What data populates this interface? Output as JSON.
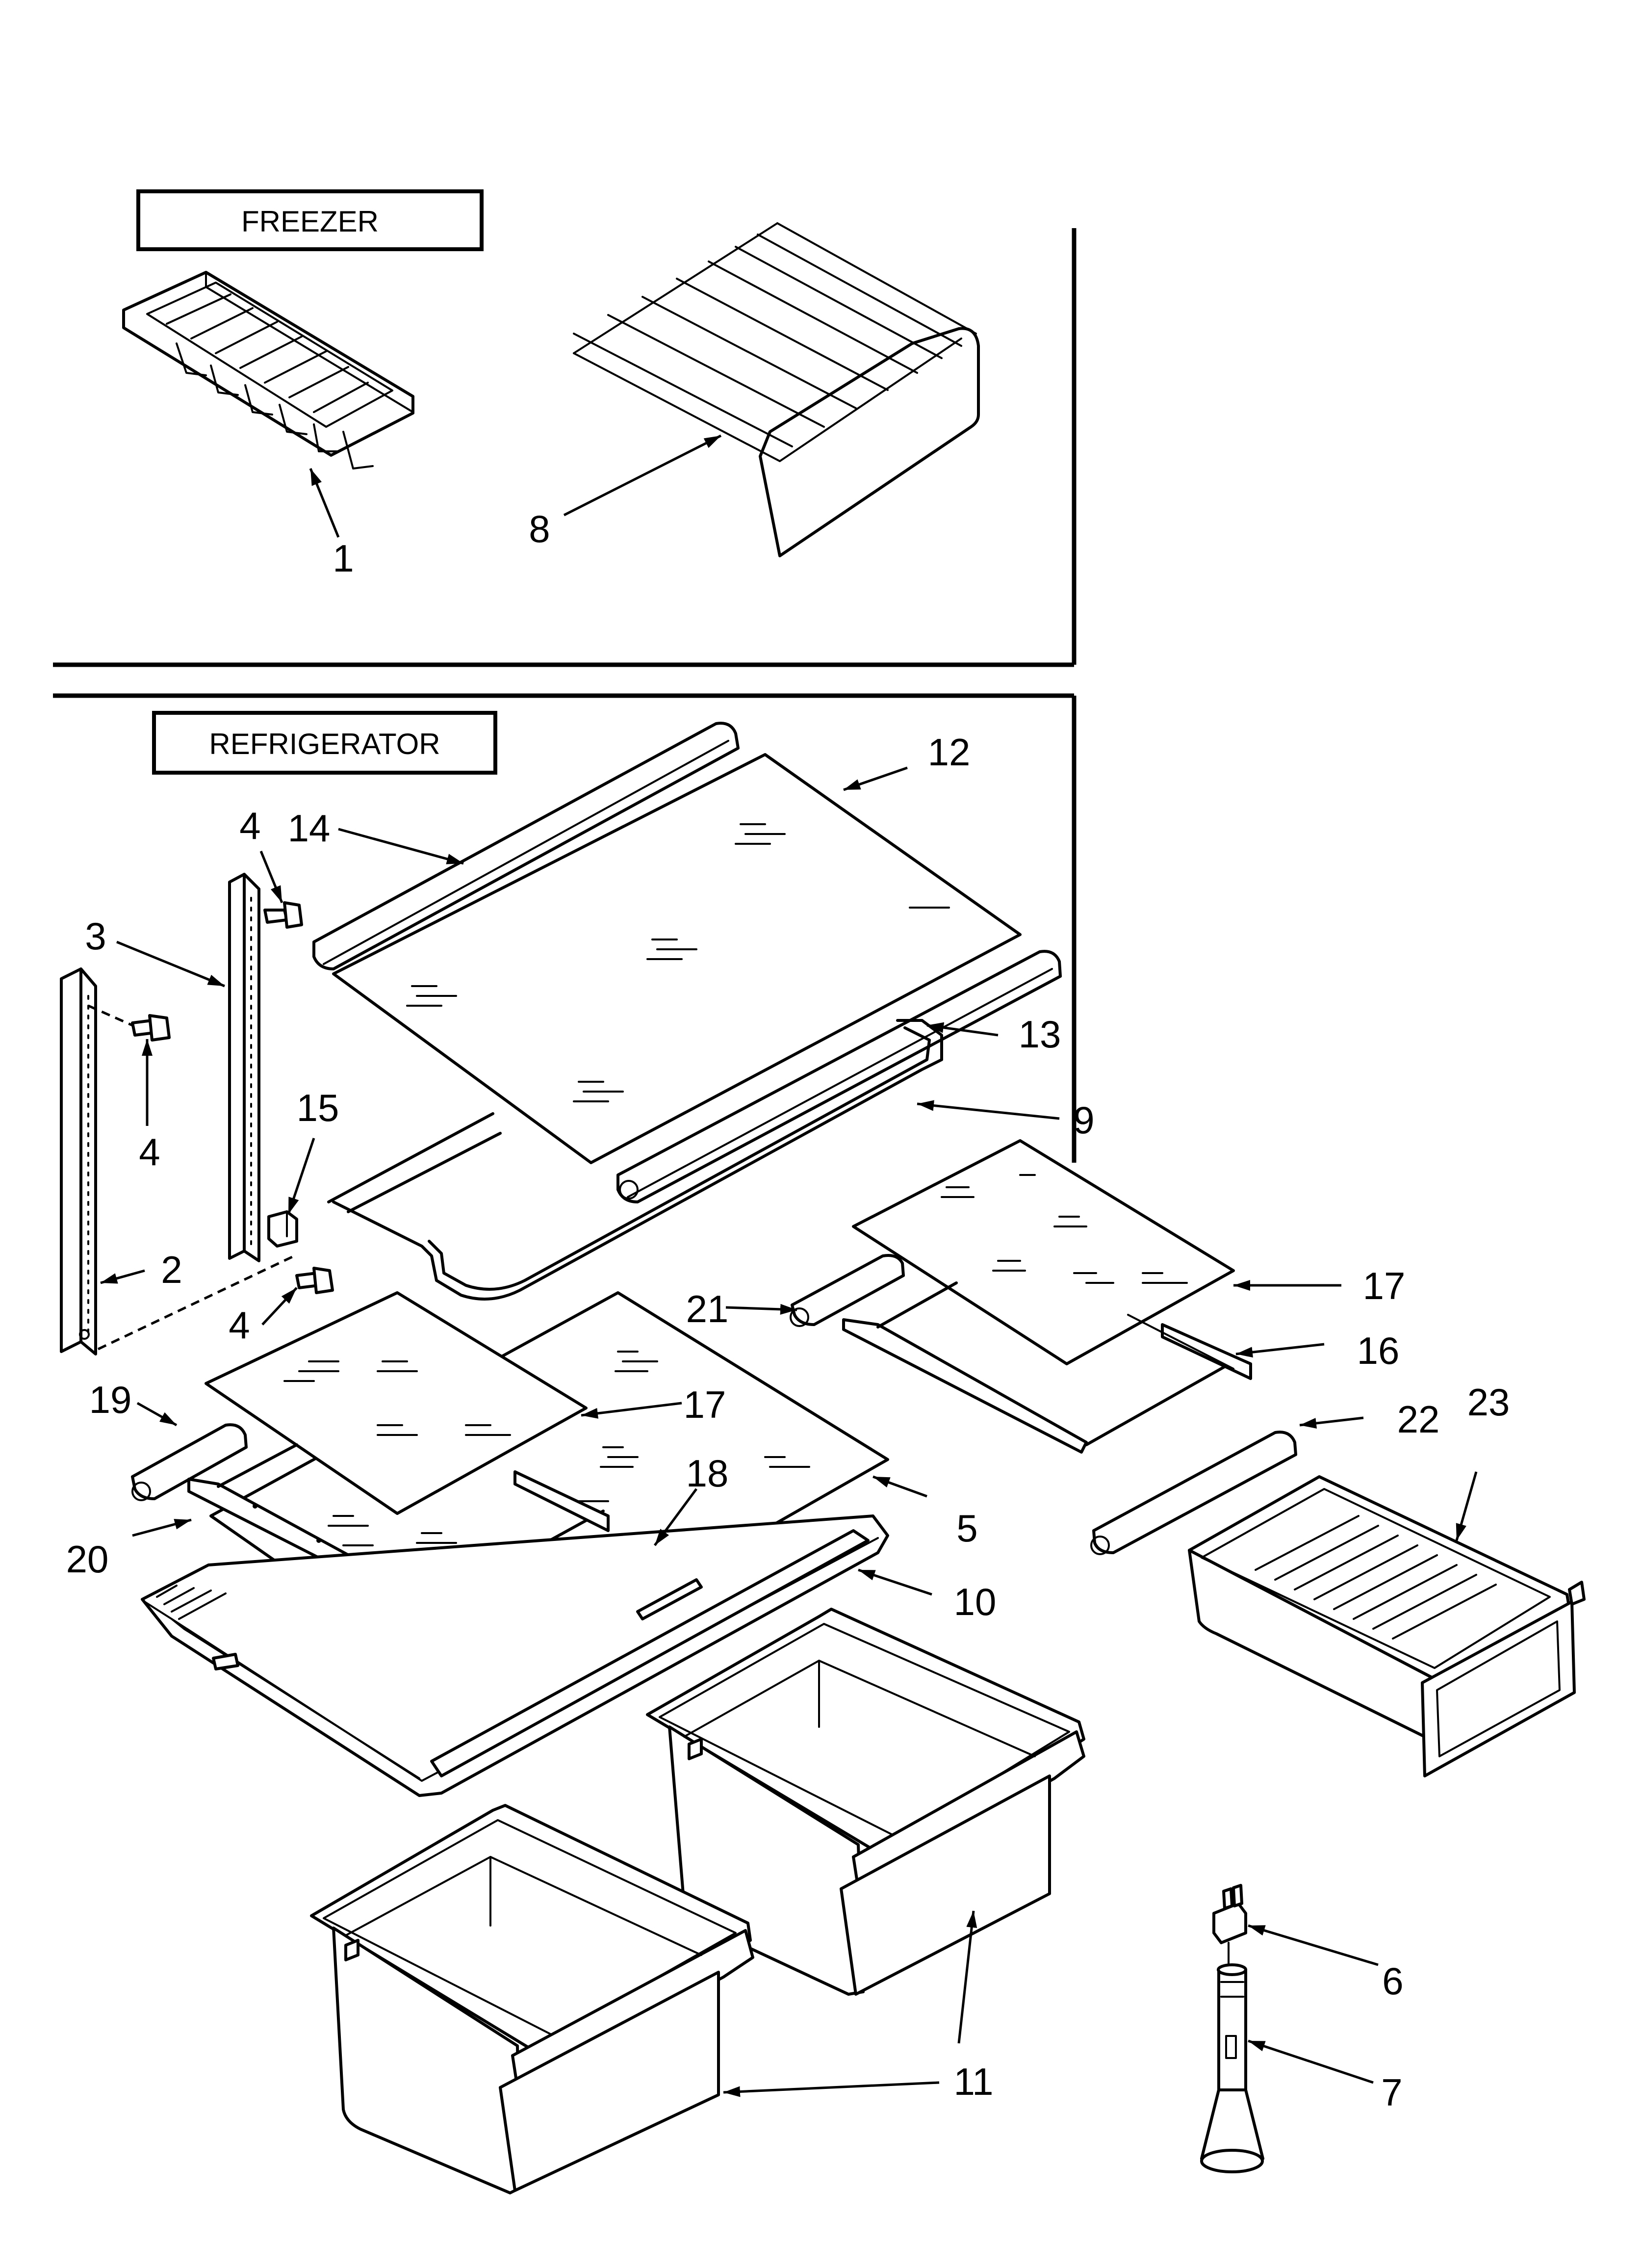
{
  "sections": {
    "freezer": "FREEZER",
    "refrigerator": "REFRIGERATOR"
  },
  "callouts": [
    "1",
    "8",
    "12",
    "14",
    "4",
    "3",
    "13",
    "4",
    "9",
    "15",
    "17",
    "2",
    "21",
    "16",
    "4",
    "19",
    "17",
    "22",
    "23",
    "18",
    "5",
    "20",
    "10",
    "6",
    "11",
    "7"
  ]
}
